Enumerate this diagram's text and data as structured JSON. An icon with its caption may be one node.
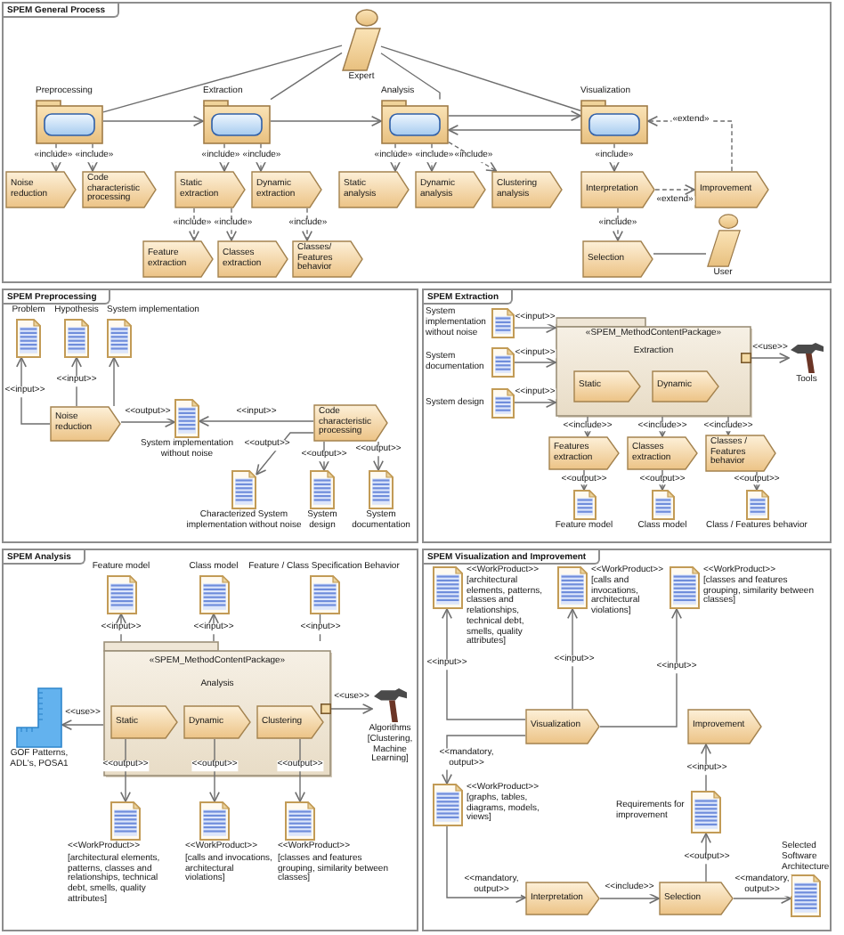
{
  "diagram": {
    "nodes": [
      {
        "text": [
          "SPEM General Process"
        ]
      },
      {
        "text": [
          "Expert"
        ],
        "in": 0
      },
      {
        "text": [
          "Preprocessing"
        ],
        "in": 0
      },
      {
        "text": [
          "Extraction"
        ],
        "in": 0
      },
      {
        "text": [
          "Analysis"
        ],
        "in": 0
      },
      {
        "text": [
          "Visualization"
        ],
        "in": 0
      },
      {
        "text": [
          "Noise reduction"
        ],
        "in": 0
      },
      {
        "text": [
          "Code characteristic processing"
        ],
        "in": 0
      },
      {
        "text": [
          "Static extraction"
        ],
        "in": 0
      },
      {
        "text": [
          "Dynamic extraction"
        ],
        "in": 0
      },
      {
        "text": [
          "Static analysis"
        ],
        "in": 0
      },
      {
        "text": [
          "Dynamic analysis"
        ],
        "in": 0
      },
      {
        "text": [
          "Clustering analysis"
        ],
        "in": 0
      },
      {
        "text": [
          "Interpretation"
        ],
        "in": 0
      },
      {
        "text": [
          "Improvement"
        ],
        "in": 0
      },
      {
        "text": [
          "Feature extraction"
        ],
        "in": 0
      },
      {
        "text": [
          "Classes extraction"
        ],
        "in": 0
      },
      {
        "text": [
          "Classes/ Features behavior"
        ],
        "in": 0
      },
      {
        "text": [
          "Selection"
        ],
        "in": 0
      },
      {
        "text": [
          "User"
        ],
        "in": 0
      },
      {
        "text": [
          "SPEM Preprocessing"
        ]
      },
      {
        "text": [
          "Problem"
        ],
        "in": 20
      },
      {
        "text": [
          "Hypothesis"
        ],
        "in": 20
      },
      {
        "text": [
          "System implementation"
        ],
        "in": 20
      },
      {
        "text": [
          "Noise reduction"
        ],
        "in": 20
      },
      {
        "text": [
          "System implementation without noise"
        ],
        "in": 20
      },
      {
        "text": [
          "Code characteristic processing"
        ],
        "in": 20
      },
      {
        "text": [
          "Characterized System implementation without noise"
        ],
        "in": 20
      },
      {
        "text": [
          "System design"
        ],
        "in": 20
      },
      {
        "text": [
          "System documentation"
        ],
        "in": 20
      },
      {
        "text": [
          "SPEM Extraction"
        ]
      },
      {
        "text": [
          "System implementation without noise"
        ],
        "in": 30
      },
      {
        "text": [
          "System documentation"
        ],
        "in": 30
      },
      {
        "text": [
          "System design"
        ],
        "in": 30
      },
      {
        "text": [
          "«SPEM_MethodContentPackage»",
          "Extraction"
        ],
        "in": 30
      },
      {
        "text": [
          "Static"
        ],
        "in": 34
      },
      {
        "text": [
          "Dynamic"
        ],
        "in": 34
      },
      {
        "text": [
          "Tools"
        ],
        "in": 30
      },
      {
        "text": [
          "Features extraction"
        ],
        "in": 30
      },
      {
        "text": [
          "Classes extraction"
        ],
        "in": 30
      },
      {
        "text": [
          "Classes / Features behavior"
        ],
        "in": 30
      },
      {
        "text": [
          "Feature model"
        ],
        "in": 30
      },
      {
        "text": [
          "Class model"
        ],
        "in": 30
      },
      {
        "text": [
          "Class / Features behavior"
        ],
        "in": 30
      },
      {
        "text": [
          "SPEM Analysis"
        ]
      },
      {
        "text": [
          "Feature model"
        ],
        "in": 44
      },
      {
        "text": [
          "Class model"
        ],
        "in": 44
      },
      {
        "text": [
          "Feature / Class Specification Behavior"
        ],
        "in": 44
      },
      {
        "text": [
          "«SPEM_MethodContentPackage»",
          "Analysis"
        ],
        "in": 44
      },
      {
        "text": [
          "Static"
        ],
        "in": 48
      },
      {
        "text": [
          "Dynamic"
        ],
        "in": 48
      },
      {
        "text": [
          "Clustering"
        ],
        "in": 48
      },
      {
        "text": [
          "GOF Patterns, ADL's, POSA1"
        ],
        "in": 44
      },
      {
        "text": [
          "Algorithms [Clustering, Machine Learning]"
        ],
        "in": 44
      },
      {
        "text": [
          "<<WorkProduct>>",
          "[architectural elements, patterns, classes and relationships, technical debt, smells, quality attributes]"
        ],
        "in": 44
      },
      {
        "text": [
          "<<WorkProduct>>",
          "[calls and invocations, architectural violations]"
        ],
        "in": 44
      },
      {
        "text": [
          "<<WorkProduct>>",
          "[classes and features grouping, similarity between classes]"
        ],
        "in": 44
      },
      {
        "text": [
          "SPEM Visualization and Improvement"
        ]
      },
      {
        "text": [
          "<<WorkProduct>>",
          "[architectural elements, patterns, classes and relationships, technical debt, smells, quality attributes]"
        ],
        "in": 57
      },
      {
        "text": [
          "<<WorkProduct>>",
          "[calls and invocations, architectural violations]"
        ],
        "in": 57
      },
      {
        "text": [
          "<<WorkProduct>>",
          "[classes and features grouping, similarity between classes]"
        ],
        "in": 57
      },
      {
        "text": [
          "Visualization"
        ],
        "in": 57
      },
      {
        "text": [
          "Improvement"
        ],
        "in": 57
      },
      {
        "text": [
          "<<WorkProduct>>",
          "[graphs, tables, diagrams, models, views]"
        ],
        "in": 57
      },
      {
        "text": [
          "Requirements for improvement"
        ],
        "in": 57
      },
      {
        "text": [
          "Interpretation"
        ],
        "in": 57
      },
      {
        "text": [
          "Selection"
        ],
        "in": 57
      },
      {
        "text": [
          "Selected Software Architecture"
        ],
        "in": 57
      }
    ],
    "edges": [
      {
        "from": 1,
        "to": 2,
        "arrow": "none"
      },
      {
        "from": 1,
        "to": 3,
        "arrow": "none"
      },
      {
        "from": 1,
        "to": 4,
        "arrow": "none"
      },
      {
        "from": 1,
        "to": 5,
        "arrow": "none"
      },
      {
        "from": 2,
        "to": 3,
        "arrow": "to"
      },
      {
        "from": 3,
        "to": 4,
        "arrow": "to"
      },
      {
        "from": 4,
        "to": 5,
        "arrow": "to"
      },
      {
        "from": 5,
        "to": 4,
        "arrow": "to"
      },
      {
        "from": 2,
        "to": 6,
        "arrow": "to",
        "label": "«include»",
        "style": "dashed"
      },
      {
        "from": 2,
        "to": 7,
        "arrow": "to",
        "label": "«include»",
        "style": "dashed"
      },
      {
        "from": 3,
        "to": 8,
        "arrow": "to",
        "label": "«include»",
        "style": "dashed"
      },
      {
        "from": 3,
        "to": 9,
        "arrow": "to",
        "label": "«include»",
        "style": "dashed"
      },
      {
        "from": 4,
        "to": 10,
        "arrow": "to",
        "label": "«include»",
        "style": "dashed"
      },
      {
        "from": 4,
        "to": 11,
        "arrow": "to",
        "label": "«include»",
        "style": "dashed"
      },
      {
        "from": 4,
        "to": 12,
        "arrow": "to",
        "label": "«include»",
        "style": "dashed"
      },
      {
        "from": 5,
        "to": 13,
        "arrow": "to",
        "label": "«include»",
        "style": "dashed"
      },
      {
        "from": 14,
        "to": 5,
        "arrow": "to",
        "label": "«extend»",
        "style": "dashed"
      },
      {
        "from": 13,
        "to": 14,
        "arrow": "to",
        "label": "«extend»",
        "style": "dashed"
      },
      {
        "from": 8,
        "to": 15,
        "arrow": "to",
        "label": "«include»",
        "style": "dashed"
      },
      {
        "from": 8,
        "to": 16,
        "arrow": "to",
        "label": "«include»",
        "style": "dashed"
      },
      {
        "from": 9,
        "to": 17,
        "arrow": "to",
        "label": "«include»",
        "style": "dashed"
      },
      {
        "from": 13,
        "to": 18,
        "arrow": "to",
        "label": "«include»",
        "style": "dashed"
      },
      {
        "from": 18,
        "to": 19,
        "arrow": "none"
      },
      {
        "from": 24,
        "to": 21,
        "arrow": "to",
        "label": "<<input>>"
      },
      {
        "from": 24,
        "to": 22,
        "arrow": "to",
        "label": "<<input>>"
      },
      {
        "from": 24,
        "to": 23,
        "arrow": "to"
      },
      {
        "from": 24,
        "to": 25,
        "arrow": "to",
        "label": "<<output>>"
      },
      {
        "from": 26,
        "to": 25,
        "arrow": "to",
        "label": "<<input>>"
      },
      {
        "from": 26,
        "to": 27,
        "arrow": "to",
        "label": "<<output>>"
      },
      {
        "from": 26,
        "to": 28,
        "arrow": "to",
        "label": "<<output>>"
      },
      {
        "from": 26,
        "to": 29,
        "arrow": "to",
        "label": "<<output>>"
      },
      {
        "from": 31,
        "to": 34,
        "arrow": "to",
        "label": "<<input>>"
      },
      {
        "from": 32,
        "to": 34,
        "arrow": "to",
        "label": "<<input>>"
      },
      {
        "from": 33,
        "to": 34,
        "arrow": "to",
        "label": "<<input>>"
      },
      {
        "from": 34,
        "to": 37,
        "arrow": "to",
        "label": "<<use>>"
      },
      {
        "from": 34,
        "to": 38,
        "arrow": "to",
        "label": "<<include>>"
      },
      {
        "from": 34,
        "to": 39,
        "arrow": "to",
        "label": "<<include>>"
      },
      {
        "from": 34,
        "to": 40,
        "arrow": "to",
        "label": "<<include>>"
      },
      {
        "from": 38,
        "to": 41,
        "arrow": "to",
        "label": "<<output>>"
      },
      {
        "from": 39,
        "to": 42,
        "arrow": "to",
        "label": "<<output>>"
      },
      {
        "from": 40,
        "to": 43,
        "arrow": "to",
        "label": "<<output>>"
      },
      {
        "from": 48,
        "to": 45,
        "arrow": "to",
        "label": "<<input>>"
      },
      {
        "from": 48,
        "to": 46,
        "arrow": "to",
        "label": "<<input>>"
      },
      {
        "from": 48,
        "to": 47,
        "arrow": "none",
        "label": "<<input>>"
      },
      {
        "from": 48,
        "to": 52,
        "arrow": "to",
        "label": "<<use>>"
      },
      {
        "from": 48,
        "to": 53,
        "arrow": "to",
        "label": "<<use>>"
      },
      {
        "from": 49,
        "to": 54,
        "arrow": "to",
        "label": "<<output>>"
      },
      {
        "from": 50,
        "to": 55,
        "arrow": "to",
        "label": "<<output>>"
      },
      {
        "from": 51,
        "to": 56,
        "arrow": "to",
        "label": "<<output>>"
      },
      {
        "from": 61,
        "to": 58,
        "arrow": "to",
        "label": "<<input>>"
      },
      {
        "from": 61,
        "to": 59,
        "arrow": "to",
        "label": "<<input>>"
      },
      {
        "from": 61,
        "to": 60,
        "arrow": "to",
        "label": "<<input>>"
      },
      {
        "from": 61,
        "to": 63,
        "arrow": "to",
        "label": "<<mandatory, output>>"
      },
      {
        "from": 63,
        "to": 65,
        "arrow": "to",
        "label": "<<mandatory, output>>"
      },
      {
        "from": 65,
        "to": 66,
        "arrow": "to",
        "label": "<<include>>"
      },
      {
        "from": 66,
        "to": 64,
        "arrow": "to",
        "label": "<<output>>"
      },
      {
        "from": 64,
        "to": 62,
        "arrow": "to",
        "label": "<<input>>"
      },
      {
        "from": 66,
        "to": 67,
        "arrow": "to",
        "label": "<<mandatory, output>>"
      }
    ]
  }
}
